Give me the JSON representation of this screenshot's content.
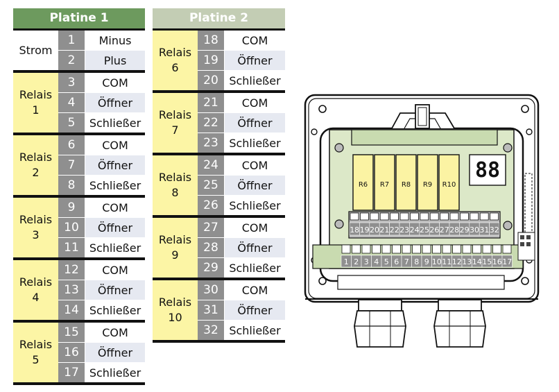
{
  "platine1": {
    "title": "Platine 1",
    "groups": [
      {
        "name": "Strom",
        "rows": [
          {
            "num": "1",
            "label": "Minus"
          },
          {
            "num": "2",
            "label": "Plus"
          }
        ]
      },
      {
        "name": "Relais\n1",
        "rows": [
          {
            "num": "3",
            "label": "COM"
          },
          {
            "num": "4",
            "label": "Öffner"
          },
          {
            "num": "5",
            "label": "Schließer"
          }
        ]
      },
      {
        "name": "Relais\n2",
        "rows": [
          {
            "num": "6",
            "label": "COM"
          },
          {
            "num": "7",
            "label": "Öffner"
          },
          {
            "num": "8",
            "label": "Schließer"
          }
        ]
      },
      {
        "name": "Relais\n3",
        "rows": [
          {
            "num": "9",
            "label": "COM"
          },
          {
            "num": "10",
            "label": "Öffner"
          },
          {
            "num": "11",
            "label": "Schließer"
          }
        ]
      },
      {
        "name": "Relais\n4",
        "rows": [
          {
            "num": "12",
            "label": "COM"
          },
          {
            "num": "13",
            "label": "Öffner"
          },
          {
            "num": "14",
            "label": "Schließer"
          }
        ]
      },
      {
        "name": "Relais\n5",
        "rows": [
          {
            "num": "15",
            "label": "COM"
          },
          {
            "num": "16",
            "label": "Öffner"
          },
          {
            "num": "17",
            "label": "Schließer"
          }
        ]
      }
    ]
  },
  "platine2": {
    "title": "Platine 2",
    "groups": [
      {
        "name": "Relais\n6",
        "rows": [
          {
            "num": "18",
            "label": "COM"
          },
          {
            "num": "19",
            "label": "Öffner"
          },
          {
            "num": "20",
            "label": "Schließer"
          }
        ]
      },
      {
        "name": "Relais\n7",
        "rows": [
          {
            "num": "21",
            "label": "COM"
          },
          {
            "num": "22",
            "label": "Öffner"
          },
          {
            "num": "23",
            "label": "Schließer"
          }
        ]
      },
      {
        "name": "Relais\n8",
        "rows": [
          {
            "num": "24",
            "label": "COM"
          },
          {
            "num": "25",
            "label": "Öffner"
          },
          {
            "num": "26",
            "label": "Schließer"
          }
        ]
      },
      {
        "name": "Relais\n9",
        "rows": [
          {
            "num": "27",
            "label": "COM"
          },
          {
            "num": "28",
            "label": "Öffner"
          },
          {
            "num": "29",
            "label": "Schließer"
          }
        ]
      },
      {
        "name": "Relais\n10",
        "rows": [
          {
            "num": "30",
            "label": "COM"
          },
          {
            "num": "31",
            "label": "Öffner"
          },
          {
            "num": "32",
            "label": "Schließer"
          }
        ]
      }
    ]
  },
  "device": {
    "relays": [
      "R6",
      "R7",
      "R8",
      "R9",
      "R10"
    ],
    "display": "88",
    "upper_terminals": [
      "18",
      "19",
      "20",
      "21",
      "22",
      "23",
      "24",
      "25",
      "26",
      "27",
      "28",
      "29",
      "30",
      "31",
      "32"
    ],
    "lower_terminals": [
      "1",
      "2",
      "3",
      "4",
      "5",
      "6",
      "7",
      "8",
      "9",
      "10",
      "11",
      "12",
      "13",
      "14",
      "15",
      "16",
      "17"
    ]
  },
  "colors": {
    "platine1_header": "#6d9a5e",
    "platine2_header": "#c3cdb4",
    "relay_group": "#fcf5a5",
    "number_cell": "#8f8f8f",
    "board_green": "#dce8c8",
    "relay_yellow": "#fbf3a3"
  }
}
